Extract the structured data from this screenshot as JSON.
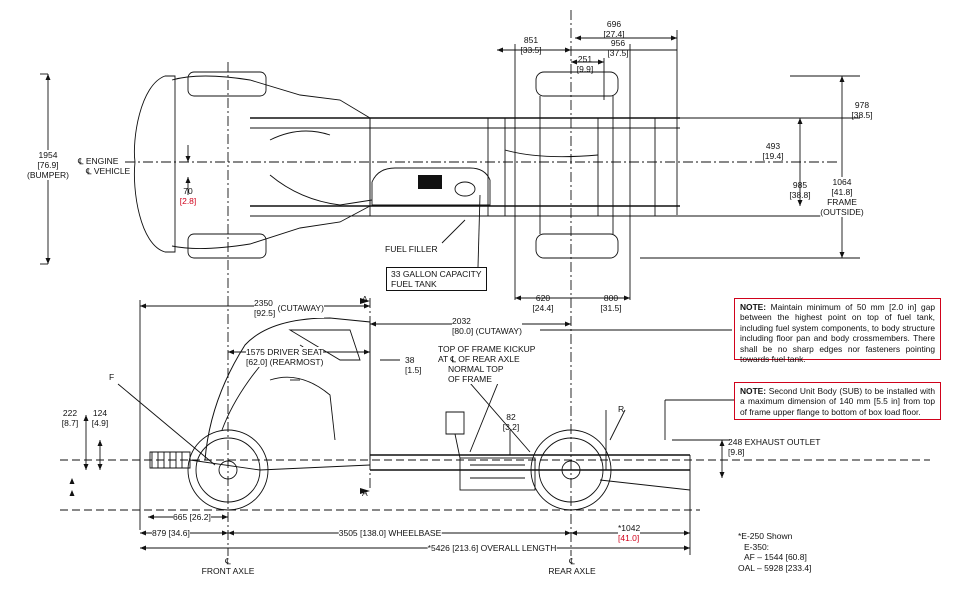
{
  "top_view": {
    "dim_696": "696",
    "dim_696_in": "[27.4]",
    "dim_851": "851",
    "dim_851_in": "[33.5]",
    "dim_956": "956",
    "dim_956_in": "[37.5]",
    "dim_251": "251",
    "dim_251_in": "[9.9]",
    "dim_1954": "1954",
    "dim_1954_in": "[76.9]",
    "dim_1954_note": "(BUMPER)",
    "engine_cl": "ENGINE",
    "vehicle_cl": "VEHICLE",
    "dim_70": "70",
    "dim_70_in": "[2.8]",
    "dim_978": "978",
    "dim_978_in": "[38.5]",
    "dim_493": "493",
    "dim_493_in": "[19.4]",
    "dim_985": "985",
    "dim_985_in": "[38.8]",
    "dim_1064": "1064",
    "dim_1064_in": "[41.8]",
    "dim_1064_note1": "FRAME",
    "dim_1064_note2": "(OUTSIDE)",
    "fuel_filler": "FUEL FILLER",
    "fuel_tank_line1": "33 GALLON CAPACITY",
    "fuel_tank_line2": "FUEL TANK",
    "dim_620": "620",
    "dim_620_in": "[24.4]",
    "dim_800": "800",
    "dim_800_in": "[31.5]"
  },
  "side_view": {
    "dim_2350": "2350",
    "dim_2350_in": "[92.5]",
    "dim_2350_note": "(CUTAWAY)",
    "dim_2032": "2032",
    "dim_2032_note": "[80.0] (CUTAWAY)",
    "dim_1575": "1575 DRIVER SEAT",
    "dim_1575_note": "[62.0] (REARMOST)",
    "dim_38": "38",
    "dim_38_in": "[1.5]",
    "kickup_line1": "TOP OF FRAME KICKUP",
    "kickup_line2": "AT",
    "kickup_line2b": "OF REAR AXLE",
    "normal_top_line1": "NORMAL TOP",
    "normal_top_line2": "OF FRAME",
    "label_f": "F",
    "label_r": "R",
    "label_a_top": "A",
    "label_a_bottom": "A",
    "dim_222": "222",
    "dim_222_in": "[8.7]",
    "dim_124": "124",
    "dim_124_in": "[4.9]",
    "dim_82": "82",
    "dim_82_in": "[3.2]",
    "dim_248": "248",
    "dim_248_in": "[9.8]",
    "exhaust": "EXHAUST OUTLET",
    "dim_665": "665 [26.2]",
    "dim_879": "879 [34.6]",
    "wheelbase": "3505 [138.0] WHEELBASE",
    "dim_1042": "*1042",
    "dim_1042_in": "[41.0]",
    "overall": "*5426 [213.6] OVERALL LENGTH",
    "front_axle": "FRONT AXLE",
    "rear_axle": "REAR AXLE"
  },
  "notes": [
    {
      "title": "NOTE:",
      "text": "Maintain minimum of 50 mm [2.0 in] gap between the highest point on top of fuel tank, including fuel system components, to body structure including floor pan and body crossmembers. There shall be no sharp edges nor fasteners pointing towards fuel tank."
    },
    {
      "title": "NOTE:",
      "text": "Second Unit Body (SUB) to be installed with a maximum dimension of 140 mm [5.5 in] from top of frame upper flange to bottom of box load floor."
    }
  ],
  "footnote": {
    "line1": "*E-250 Shown",
    "line2": "E-350:",
    "line3": "AF – 1544 [60.8]",
    "line4": "OAL – 5928 [233.4]"
  },
  "colors": {
    "line": "#111111",
    "note_border": "#d0021b",
    "red_value": "#d0021b"
  },
  "icons": [
    "centerline-icon",
    "arrow-icon"
  ]
}
